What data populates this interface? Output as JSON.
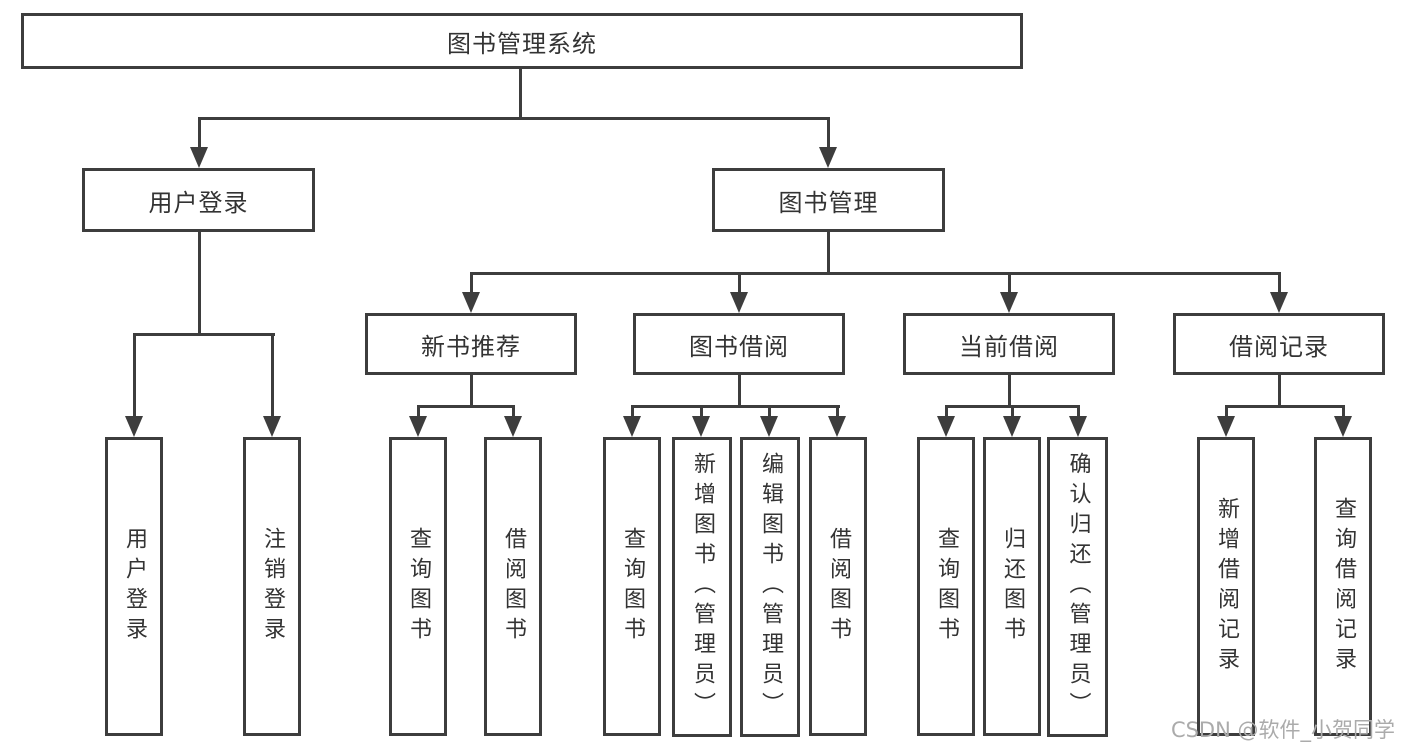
{
  "diagram": {
    "root": {
      "label": "图书管理系统"
    },
    "branches": [
      {
        "label": "用户登录",
        "children": [
          "用户登录",
          "注销登录"
        ]
      },
      {
        "label": "图书管理"
      }
    ],
    "modules": [
      {
        "label": "新书推荐",
        "children": [
          "查询图书",
          "借阅图书"
        ]
      },
      {
        "label": "图书借阅",
        "children": [
          "查询图书",
          "新增图书（管理员）",
          "编辑图书（管理员）",
          "借阅图书"
        ]
      },
      {
        "label": "当前借阅",
        "children": [
          "查询图书",
          "归还图书",
          "确认归还（管理员）"
        ]
      },
      {
        "label": "借阅记录",
        "children": [
          "新增借阅记录",
          "查询借阅记录"
        ]
      }
    ],
    "watermark": "CSDN @软件_小贺同学",
    "colors": {
      "line": "#3d3d3d",
      "text": "#333333",
      "watermark": "#ababab",
      "background": "#ffffff"
    }
  }
}
